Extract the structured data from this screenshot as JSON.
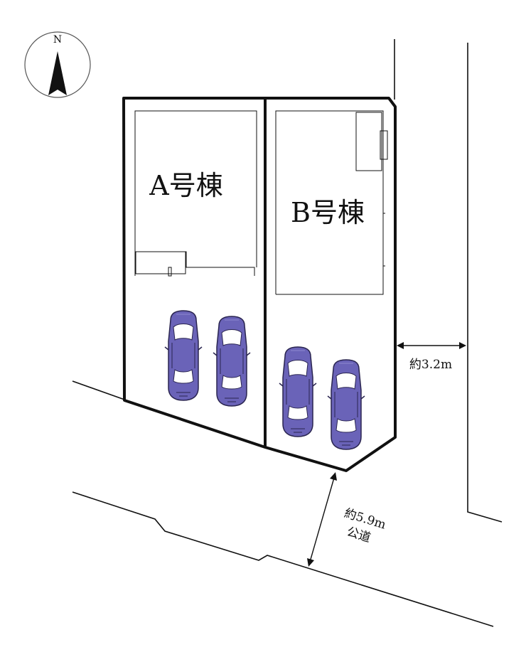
{
  "compass": {
    "label": "N"
  },
  "lots": {
    "a": {
      "label": "A号棟"
    },
    "b": {
      "label": "B号棟"
    }
  },
  "dimensions": {
    "side_road_width": "約3.2m",
    "front_road_width": "約5.9m",
    "front_road_type": "公道"
  },
  "colors": {
    "car_body": "#6a63b8",
    "car_window": "#ffffff",
    "line": "#111111"
  }
}
